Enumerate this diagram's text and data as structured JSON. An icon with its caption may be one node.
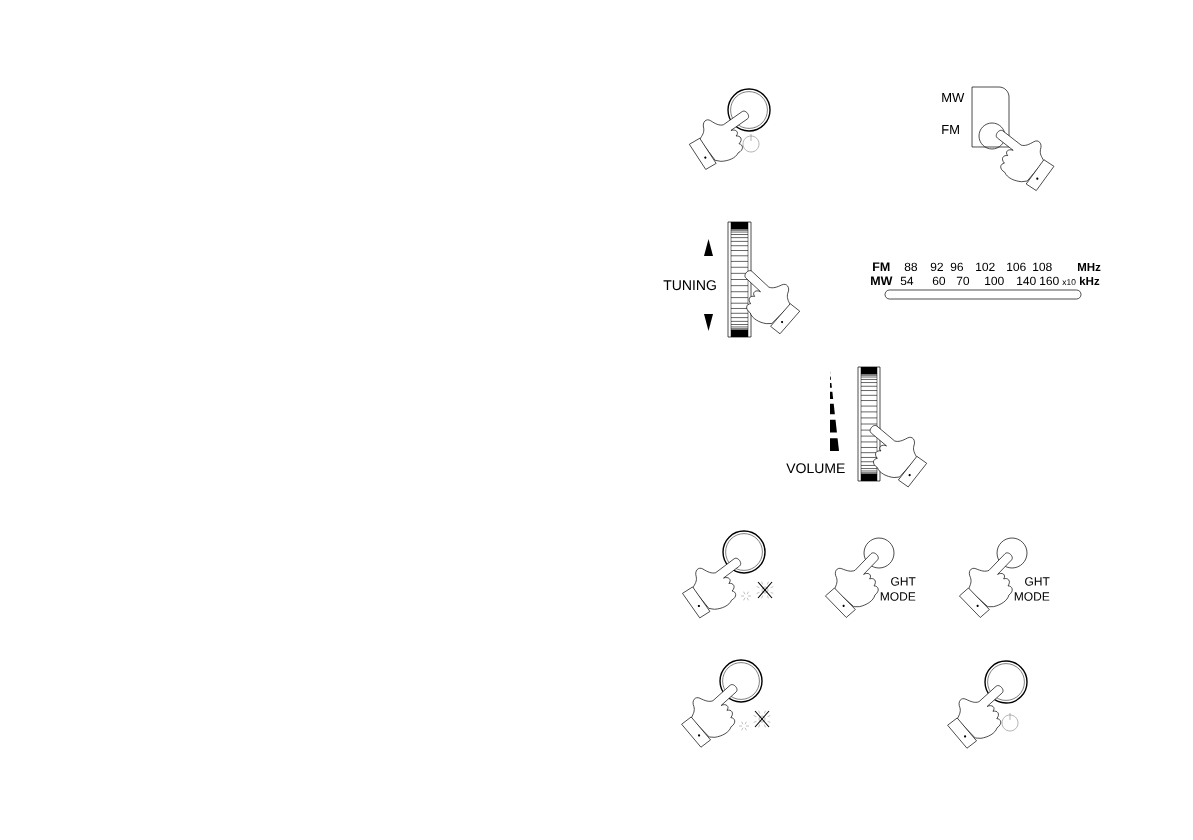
{
  "diagram": {
    "labels": [
      "MW",
      "FM",
      "TUNING",
      "FM",
      "88",
      "92",
      "96",
      "102",
      "106",
      "108",
      "MHz",
      "MW",
      "54",
      "60",
      "70",
      "100",
      "140",
      "160",
      "x10",
      "kHz",
      "VOLUME",
      "GHT MODE",
      "GHT MODE"
    ]
  }
}
